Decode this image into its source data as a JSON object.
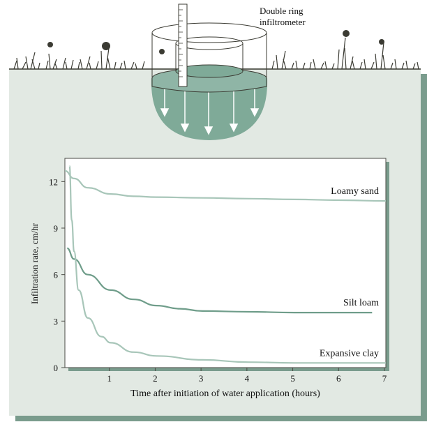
{
  "illustration": {
    "caption_line1": "Double ring",
    "caption_line2": "infiltrometer"
  },
  "colors": {
    "panel_bg": "#e2e9e3",
    "panel_shadow": "#7a9c8d",
    "plot_bg": "#ffffff",
    "soil_bulb": "#7faa98",
    "water": "#8fb5a6",
    "grass": "#3b3b33"
  },
  "chart_data": {
    "type": "line",
    "title": "",
    "xlabel": "Time after initiation of water application (hours)",
    "ylabel": "Infiltration rate, cm/hr",
    "xlim": [
      0,
      7
    ],
    "ylim": [
      0,
      13.5
    ],
    "xticks": [
      1,
      2,
      3,
      4,
      5,
      6,
      7
    ],
    "yticks": [
      0,
      3,
      6,
      9,
      12
    ],
    "grid": false,
    "legend": "labels placed at right end of each curve",
    "series": [
      {
        "name": "Loamy sand",
        "color": "#a8c6b9",
        "x": [
          0.0,
          0.2,
          0.5,
          1.0,
          1.5,
          2.0,
          3.0,
          4.0,
          5.0,
          6.0,
          7.0
        ],
        "y": [
          12.7,
          12.2,
          11.6,
          11.2,
          11.05,
          11.0,
          10.95,
          10.9,
          10.85,
          10.8,
          10.75
        ]
      },
      {
        "name": "Silt loam",
        "color": "#6f9d8a",
        "x": [
          0.05,
          0.2,
          0.5,
          1.0,
          1.5,
          2.0,
          2.5,
          3.0,
          4.0,
          5.0,
          6.0,
          6.7
        ],
        "y": [
          7.7,
          7.0,
          6.0,
          5.0,
          4.4,
          4.0,
          3.8,
          3.65,
          3.6,
          3.55,
          3.55,
          3.55
        ]
      },
      {
        "name": "Expansive clay",
        "color": "#a8c6b9",
        "x": [
          0.1,
          0.15,
          0.2,
          0.3,
          0.5,
          0.8,
          1.0,
          1.5,
          2.0,
          3.0,
          4.0,
          5.0,
          6.0,
          7.0
        ],
        "y": [
          13.0,
          9.5,
          7.5,
          5.0,
          3.2,
          2.0,
          1.6,
          1.0,
          0.75,
          0.5,
          0.35,
          0.3,
          0.3,
          0.3
        ]
      }
    ]
  }
}
